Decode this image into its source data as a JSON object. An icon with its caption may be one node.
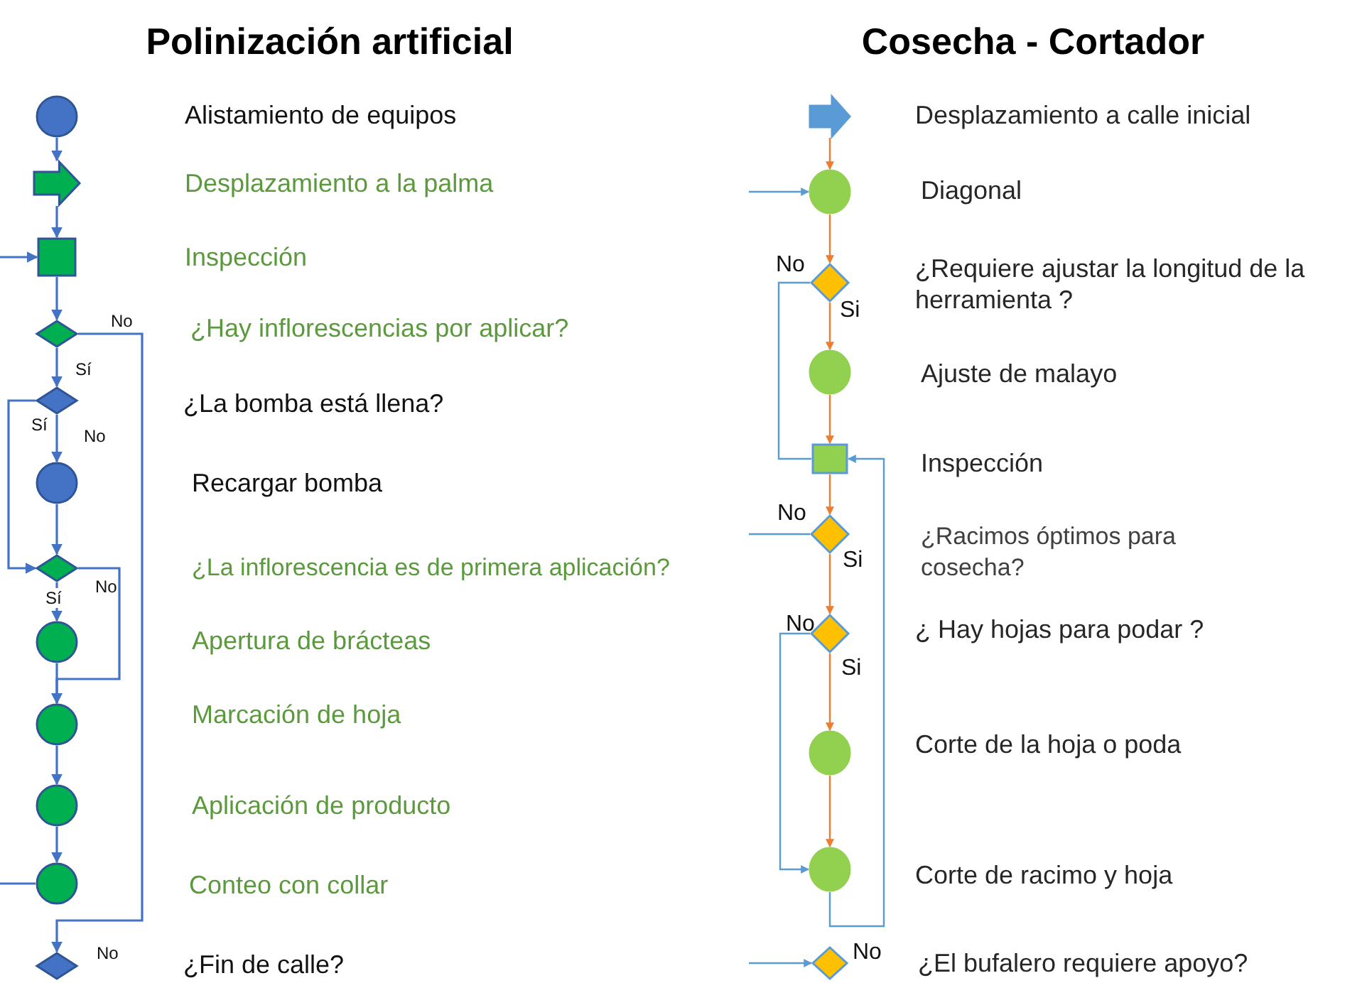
{
  "diagram": {
    "nodes": [
      {
        "text": [],
        "shape": "circle"
      },
      {
        "text": [],
        "shape": "arrow"
      },
      {
        "text": [],
        "shape": "box"
      },
      {
        "text": [],
        "shape": "diamond"
      },
      {
        "text": [],
        "shape": "diamond"
      },
      {
        "text": [],
        "shape": "circle"
      },
      {
        "text": [],
        "shape": "diamond"
      },
      {
        "text": [],
        "shape": "circle"
      },
      {
        "text": [],
        "shape": "circle"
      },
      {
        "text": [],
        "shape": "circle"
      },
      {
        "text": [],
        "shape": "circle"
      },
      {
        "text": [],
        "shape": "diamond"
      },
      {
        "text": [],
        "shape": "arrow",
        "beside": [
          "Desplazamiento a calle inicial"
        ]
      },
      {
        "text": [],
        "shape": "circle",
        "beside": [
          "Diagonal"
        ]
      },
      {
        "text": [],
        "shape": "diamond",
        "beside": [
          "¿Requiere ajustar la longitud de la herramienta ?"
        ]
      },
      {
        "text": [],
        "shape": "circle",
        "beside": [
          "Ajuste de malayo"
        ]
      },
      {
        "text": [],
        "shape": "box",
        "beside": [
          "Inspección"
        ]
      },
      {
        "text": [],
        "shape": "diamond",
        "beside": [
          "¿Racimos óptimos para cosecha?"
        ]
      },
      {
        "text": [],
        "shape": "diamond",
        "beside": [
          "¿ Hay hojas para podar ?"
        ]
      },
      {
        "text": [],
        "shape": "circle",
        "beside": [
          "Corte de la hoja o poda"
        ]
      },
      {
        "text": [],
        "shape": "circle",
        "beside": [
          "Corte de racimo y hoja"
        ]
      },
      {
        "text": [],
        "shape": "diamond",
        "beside": [
          "¿El bufalero requiere apoyo?"
        ]
      }
    ],
    "edges": [
      {
        "from": 0,
        "to": 1,
        "arrow": "to"
      },
      {
        "from": 1,
        "to": 2,
        "arrow": "to"
      },
      {
        "from": null,
        "to": 2,
        "arrow": "to"
      },
      {
        "from": 2,
        "to": 3,
        "arrow": "to"
      },
      {
        "from": 3,
        "to": 4,
        "arrow": "to",
        "label": "Sí"
      },
      {
        "from": 3,
        "to": 11,
        "arrow": "to",
        "label": "No"
      },
      {
        "from": 4,
        "to": 5,
        "arrow": "to",
        "label": "No"
      },
      {
        "from": 4,
        "to": 6,
        "arrow": "to",
        "label": "Sí"
      },
      {
        "from": 5,
        "to": 6,
        "arrow": "to"
      },
      {
        "from": 6,
        "to": 7,
        "arrow": "to",
        "label": "Sí"
      },
      {
        "from": 6,
        "to": 8,
        "arrow": "to",
        "label": "No"
      },
      {
        "from": 7,
        "to": 8,
        "arrow": "to"
      },
      {
        "from": 8,
        "to": 9,
        "arrow": "to"
      },
      {
        "from": 9,
        "to": 10,
        "arrow": "to"
      },
      {
        "from": 10,
        "to": null,
        "arrow": "none"
      },
      {
        "from": 12,
        "to": 13,
        "arrow": "to",
        "color": "#ed7d31"
      },
      {
        "from": null,
        "to": 13,
        "arrow": "to",
        "color": "#5b9bd5"
      },
      {
        "from": 13,
        "to": 14,
        "arrow": "to",
        "color": "#ed7d31"
      },
      {
        "from": 14,
        "to": 15,
        "arrow": "to",
        "label": "Si",
        "color": "#ed7d31"
      },
      {
        "from": 14,
        "to": 16,
        "arrow": "none",
        "label": "No",
        "color": "#5b9bd5"
      },
      {
        "from": 15,
        "to": 16,
        "arrow": "to",
        "color": "#ed7d31"
      },
      {
        "from": 16,
        "to": 17,
        "arrow": "to",
        "color": "#ed7d31"
      },
      {
        "from": 17,
        "to": null,
        "arrow": "none",
        "label": "No",
        "color": "#5b9bd5"
      },
      {
        "from": 17,
        "to": 18,
        "arrow": "to",
        "label": "Si",
        "color": "#ed7d31"
      },
      {
        "from": 18,
        "to": 19,
        "arrow": "to",
        "label": "Si",
        "color": "#ed7d31"
      },
      {
        "from": 18,
        "to": 20,
        "arrow": "to",
        "label": "No",
        "color": "#5b9bd5"
      },
      {
        "from": 19,
        "to": 20,
        "arrow": "to",
        "color": "#ed7d31"
      },
      {
        "from": 20,
        "to": 16,
        "arrow": "to",
        "color": "#5b9bd5"
      },
      {
        "from": null,
        "to": 21,
        "arrow": "to",
        "color": "#5b9bd5"
      }
    ],
    "labels": [
      "Polinización artificial",
      "Cosecha - Cortador",
      "Alistamiento de equipos",
      "Desplazamiento a la palma",
      "Inspección",
      "¿Hay inflorescencias por aplicar?",
      "¿La bomba está llena?",
      "Recargar bomba",
      "¿La inflorescencia es de primera aplicación?",
      "Apertura de brácteas",
      "Marcación de hoja",
      "Aplicación de producto",
      "Conteo con collar",
      "¿Fin de calle?",
      "No",
      "No"
    ]
  }
}
